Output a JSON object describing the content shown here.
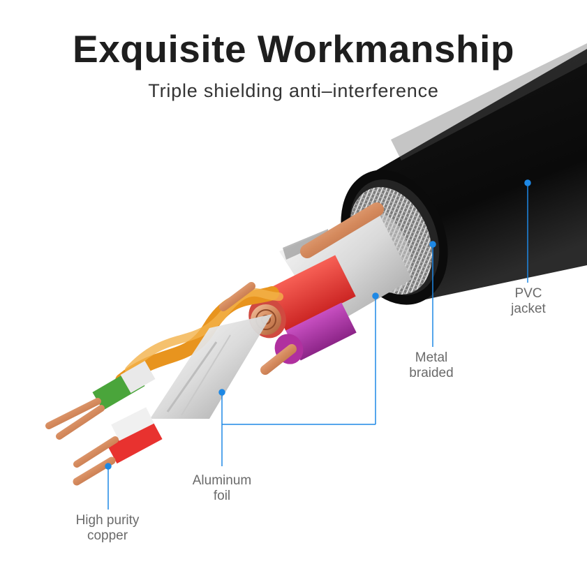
{
  "header": {
    "title": "Exquisite Workmanship",
    "subtitle": "Triple shielding anti–interference"
  },
  "callouts": {
    "pvc_jacket": {
      "line1": "PVC",
      "line2": "jacket"
    },
    "metal_braided": {
      "line1": "Metal",
      "line2": "braided"
    },
    "aluminum_foil": {
      "line1": "Aluminum",
      "line2": "foil"
    },
    "copper": {
      "line1": "High purity",
      "line2": "copper"
    }
  },
  "colors": {
    "leader_line": "#1e88e5",
    "jacket": "#111111",
    "copper": "#d9946a",
    "wire_red": "#e8322f",
    "wire_purple": "#a0289b",
    "wire_green": "#4aa53b",
    "wire_orange": "#e8941e"
  }
}
